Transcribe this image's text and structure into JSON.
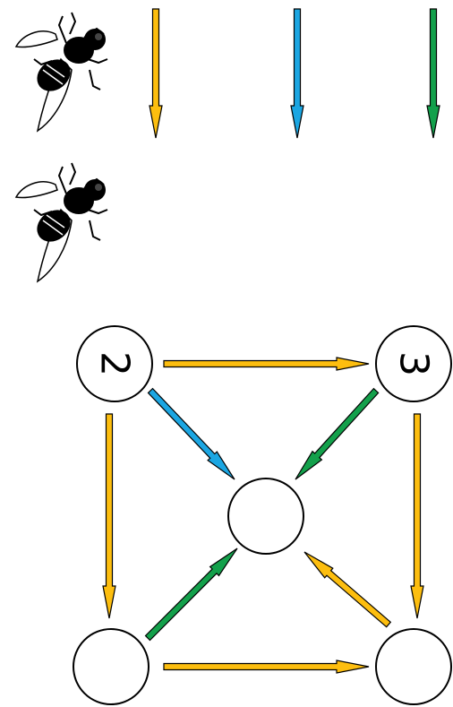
{
  "colors": {
    "yellow": "#FDBE0F",
    "blue": "#1BA6E2",
    "green": "#13A04B",
    "stroke": "#000000",
    "node_fill": "#FFFFFF"
  },
  "legend": {
    "icon_top": "fly-icon",
    "icon_bottom": "fly-icon",
    "arrows": [
      {
        "color": "yellow"
      },
      {
        "color": "blue"
      },
      {
        "color": "green"
      }
    ]
  },
  "nodes": {
    "top_left": {
      "label": "2"
    },
    "top_right": {
      "label": "3"
    },
    "center": {
      "label": ""
    },
    "bottom_left": {
      "label": ""
    },
    "bottom_right": {
      "label": ""
    }
  },
  "edges": [
    {
      "from": "top_left",
      "to": "top_right",
      "color": "yellow"
    },
    {
      "from": "top_left",
      "to": "bottom_left",
      "color": "yellow"
    },
    {
      "from": "top_right",
      "to": "bottom_right",
      "color": "yellow"
    },
    {
      "from": "bottom_left",
      "to": "bottom_right",
      "color": "yellow"
    },
    {
      "from": "top_left",
      "to": "center",
      "color": "blue"
    },
    {
      "from": "top_right",
      "to": "center",
      "color": "green"
    },
    {
      "from": "bottom_left",
      "to": "center",
      "color": "green"
    },
    {
      "from": "bottom_right",
      "to": "center",
      "color": "yellow"
    }
  ]
}
